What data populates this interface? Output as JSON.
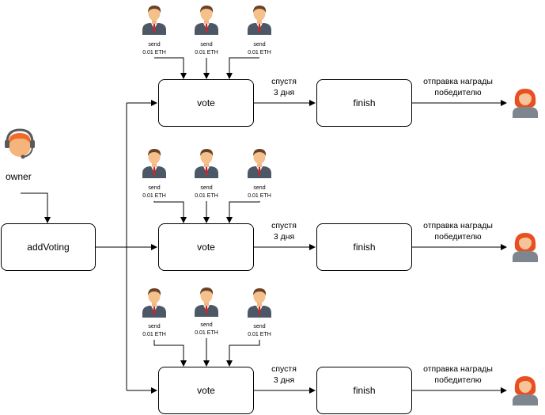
{
  "owner": {
    "label": "owner"
  },
  "add_voting": {
    "label": "addVoting"
  },
  "rows": [
    {
      "vote_label": "vote",
      "delay": [
        "спустя",
        "3 дня"
      ],
      "finish_label": "finish",
      "reward": [
        "отправка награды",
        "победителю"
      ],
      "voters": [
        {
          "action": "send",
          "amount": "0.01 ETH"
        },
        {
          "action": "send",
          "amount": "0.01 ETH"
        },
        {
          "action": "send",
          "amount": "0.01 ETH"
        }
      ]
    },
    {
      "vote_label": "vote",
      "delay": [
        "спустя",
        "3 дня"
      ],
      "finish_label": "finish",
      "reward": [
        "отправка награды",
        "победителю"
      ],
      "voters": [
        {
          "action": "send",
          "amount": "0.01 ETH"
        },
        {
          "action": "send",
          "amount": "0.01 ETH"
        },
        {
          "action": "send",
          "amount": "0.01 ETH"
        }
      ]
    },
    {
      "vote_label": "vote",
      "delay": [
        "спустя",
        "3 дня"
      ],
      "finish_label": "finish",
      "reward": [
        "отправка награды",
        "победителю"
      ],
      "voters": [
        {
          "action": "send",
          "amount": "0.01 ETH"
        },
        {
          "action": "send",
          "amount": "0.01 ETH"
        },
        {
          "action": "send",
          "amount": "0.01 ETH"
        }
      ]
    }
  ],
  "icons": {
    "voter": "man-in-suit-icon",
    "winner": "woman-avatar-icon",
    "owner": "headset-operator-icon"
  }
}
